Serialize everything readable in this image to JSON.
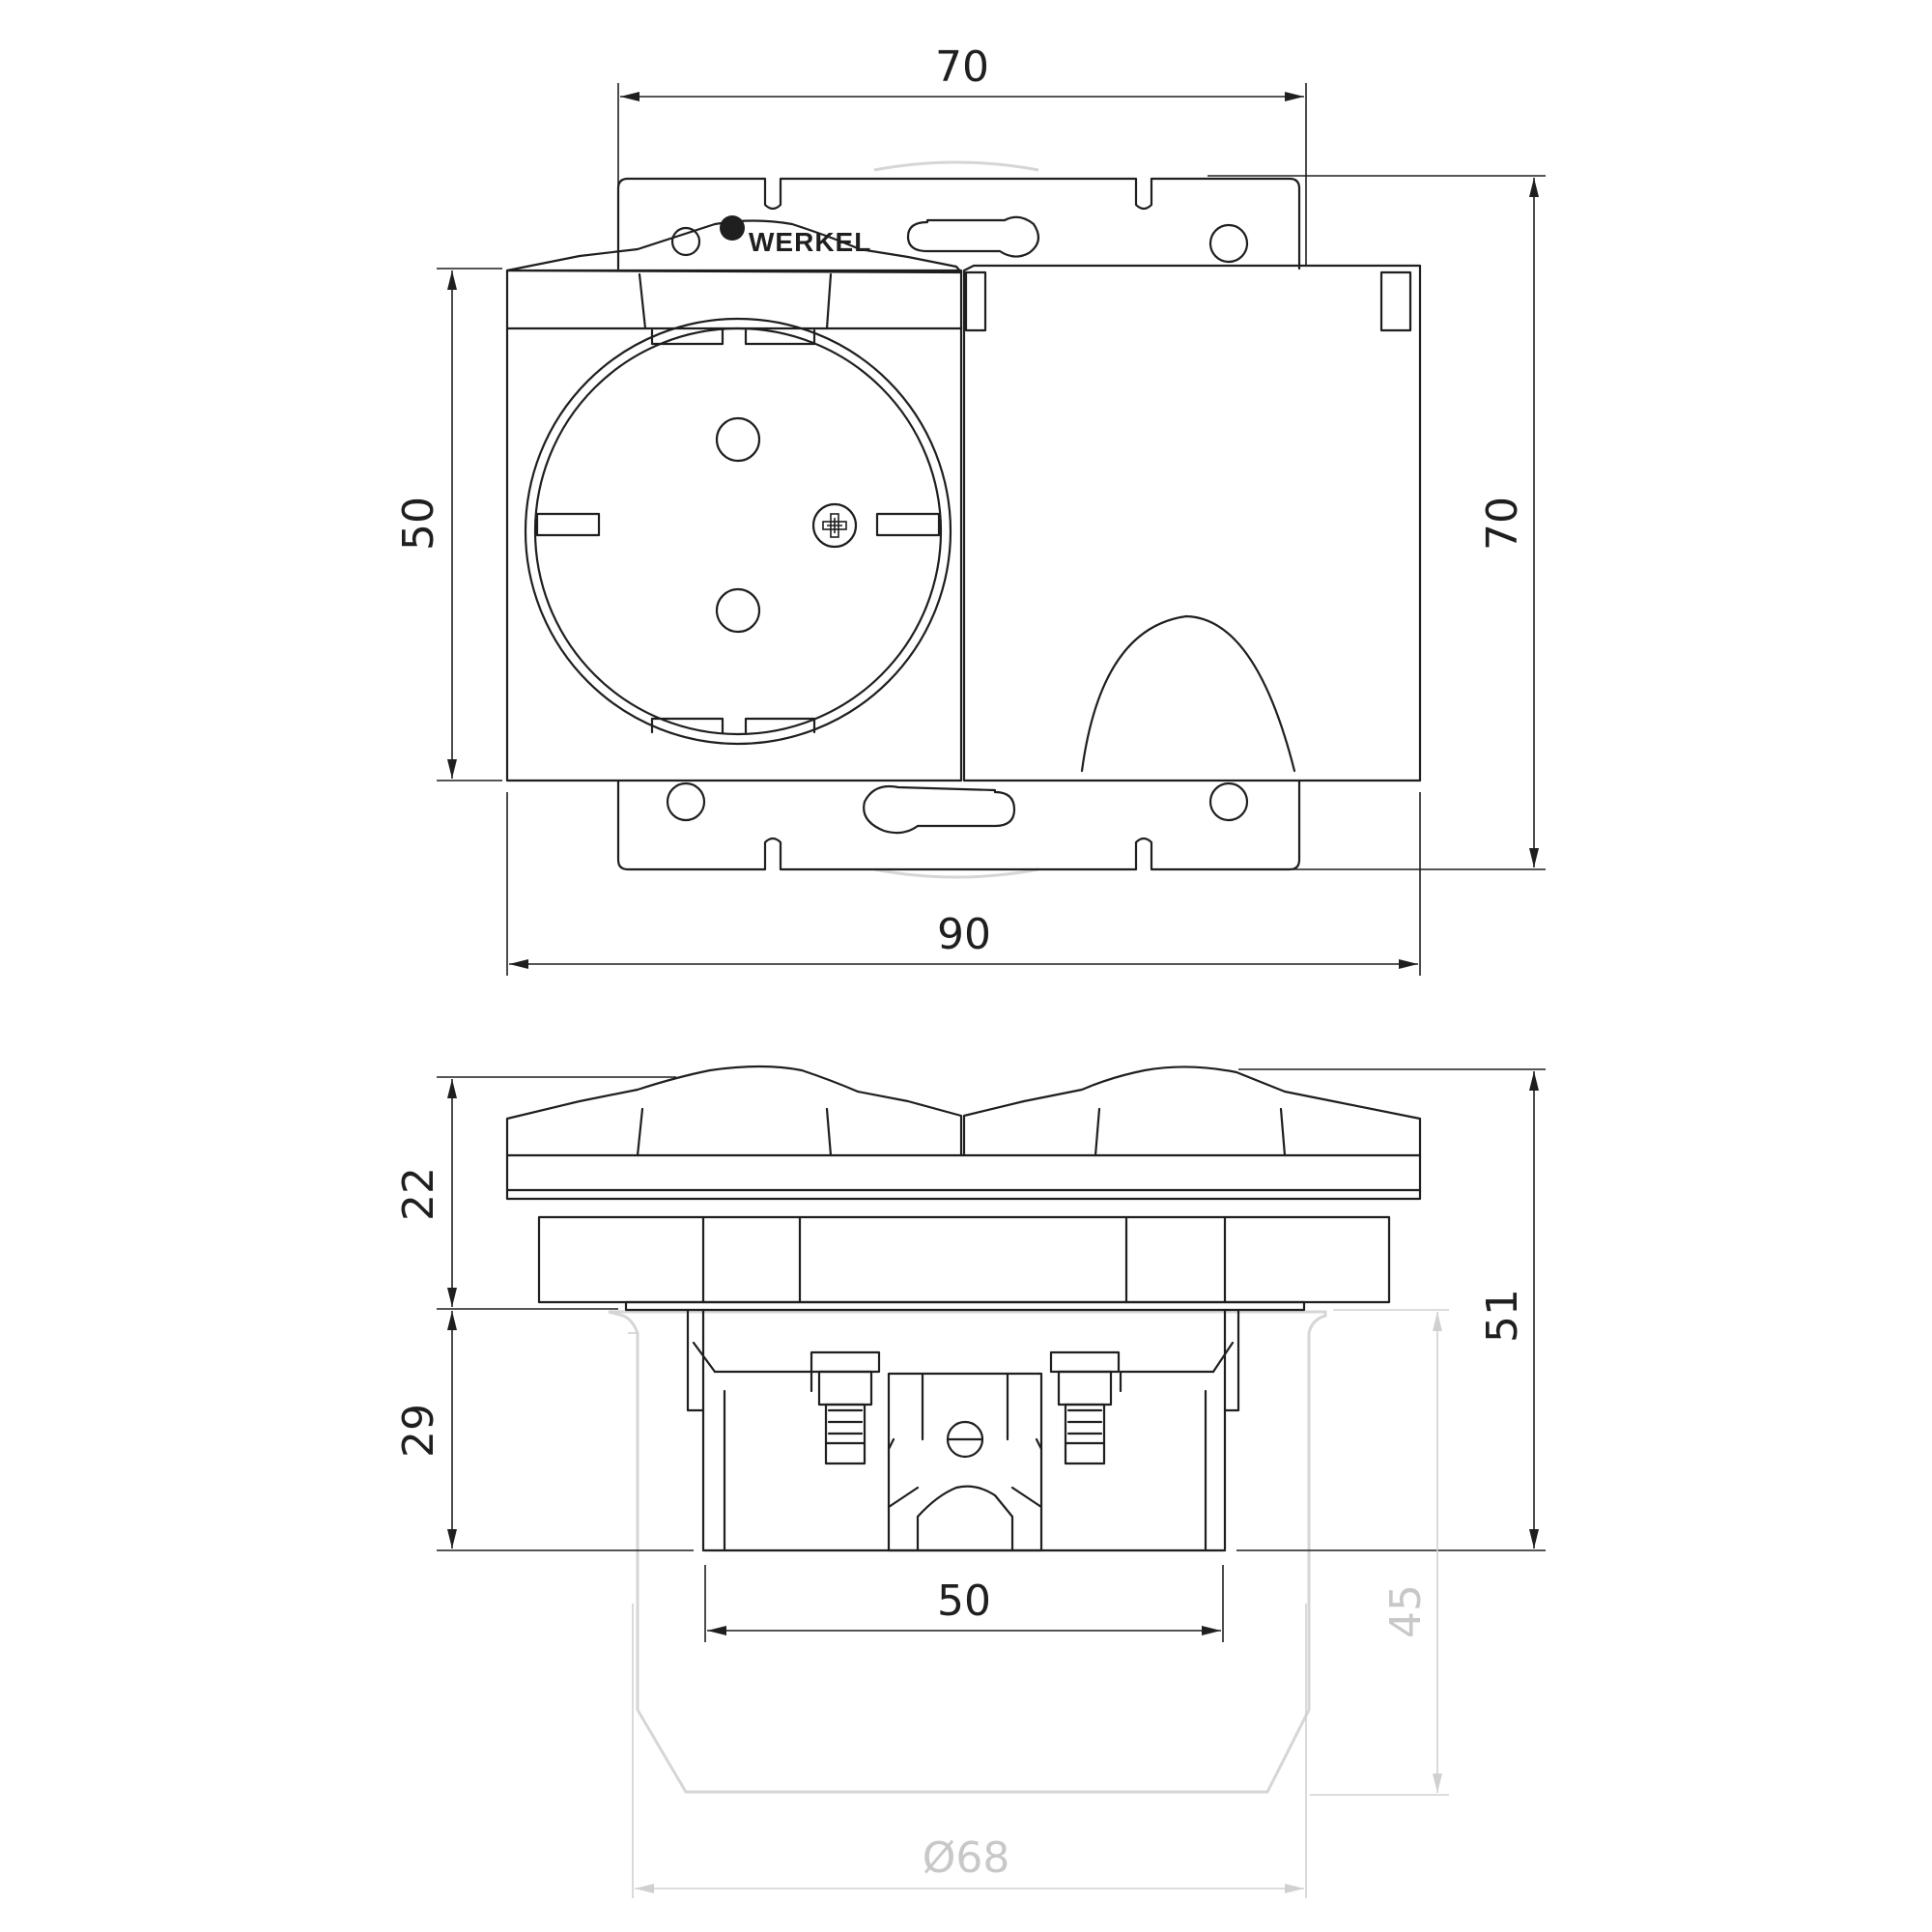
{
  "brand": {
    "name": "WERKEL",
    "logo_icon": "werkel-logo-icon"
  },
  "front_view": {
    "dims": {
      "frame_width": "70",
      "frame_height": "70",
      "socket_height": "50",
      "overall_width": "90"
    }
  },
  "side_view": {
    "dims": {
      "above_wall": "22",
      "in_wall": "29",
      "total_depth": "51",
      "mechanism_width": "50",
      "box_depth": "45",
      "box_diameter": "Ø68"
    }
  },
  "colors": {
    "line": "#1f1f1f",
    "mounting_box": "#d6d6d6",
    "background": "#ffffff"
  }
}
